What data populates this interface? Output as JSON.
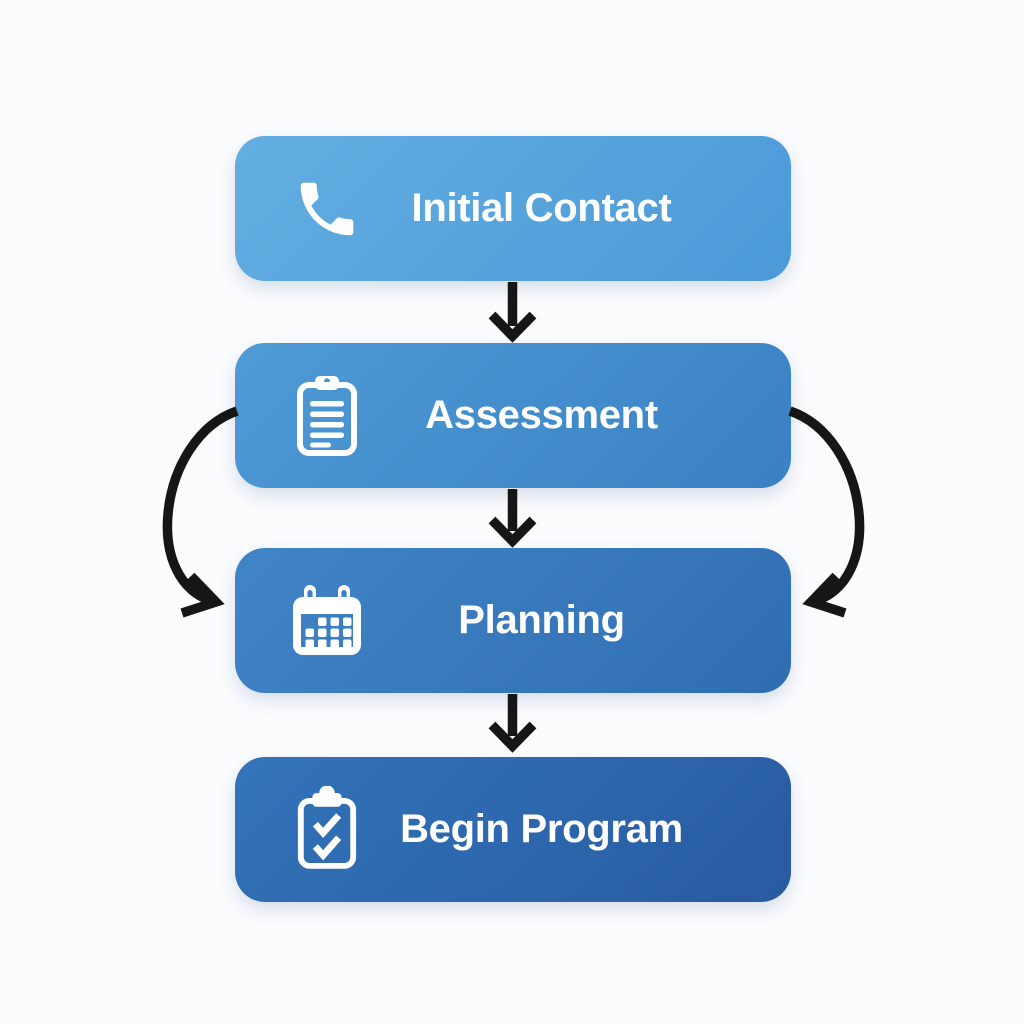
{
  "flowchart": {
    "background": "#FBFCFE",
    "arrow_color": "#161616",
    "text_color": "#FFFFFF",
    "steps": [
      {
        "label": "Initial Contact",
        "icon": "phone-icon",
        "color_from": "#63AEE1",
        "color_to": "#4C99D8"
      },
      {
        "label": "Assessment",
        "icon": "clipboard-list-icon",
        "color_from": "#4F9BD6",
        "color_to": "#3A80C3"
      },
      {
        "label": "Planning",
        "icon": "calendar-icon",
        "color_from": "#4185C7",
        "color_to": "#2F6DB1"
      },
      {
        "label": "Begin Program",
        "icon": "clipboard-check-icon",
        "color_from": "#3374BA",
        "color_to": "#285AA0"
      }
    ],
    "connections": [
      {
        "from": "Initial Contact",
        "to": "Assessment",
        "style": "straight-down"
      },
      {
        "from": "Assessment",
        "to": "Planning",
        "style": "straight-down"
      },
      {
        "from": "Planning",
        "to": "Begin Program",
        "style": "straight-down"
      },
      {
        "from": "Assessment",
        "to": "Planning",
        "style": "curved-left"
      },
      {
        "from": "Assessment",
        "to": "Planning",
        "style": "curved-right"
      }
    ]
  }
}
